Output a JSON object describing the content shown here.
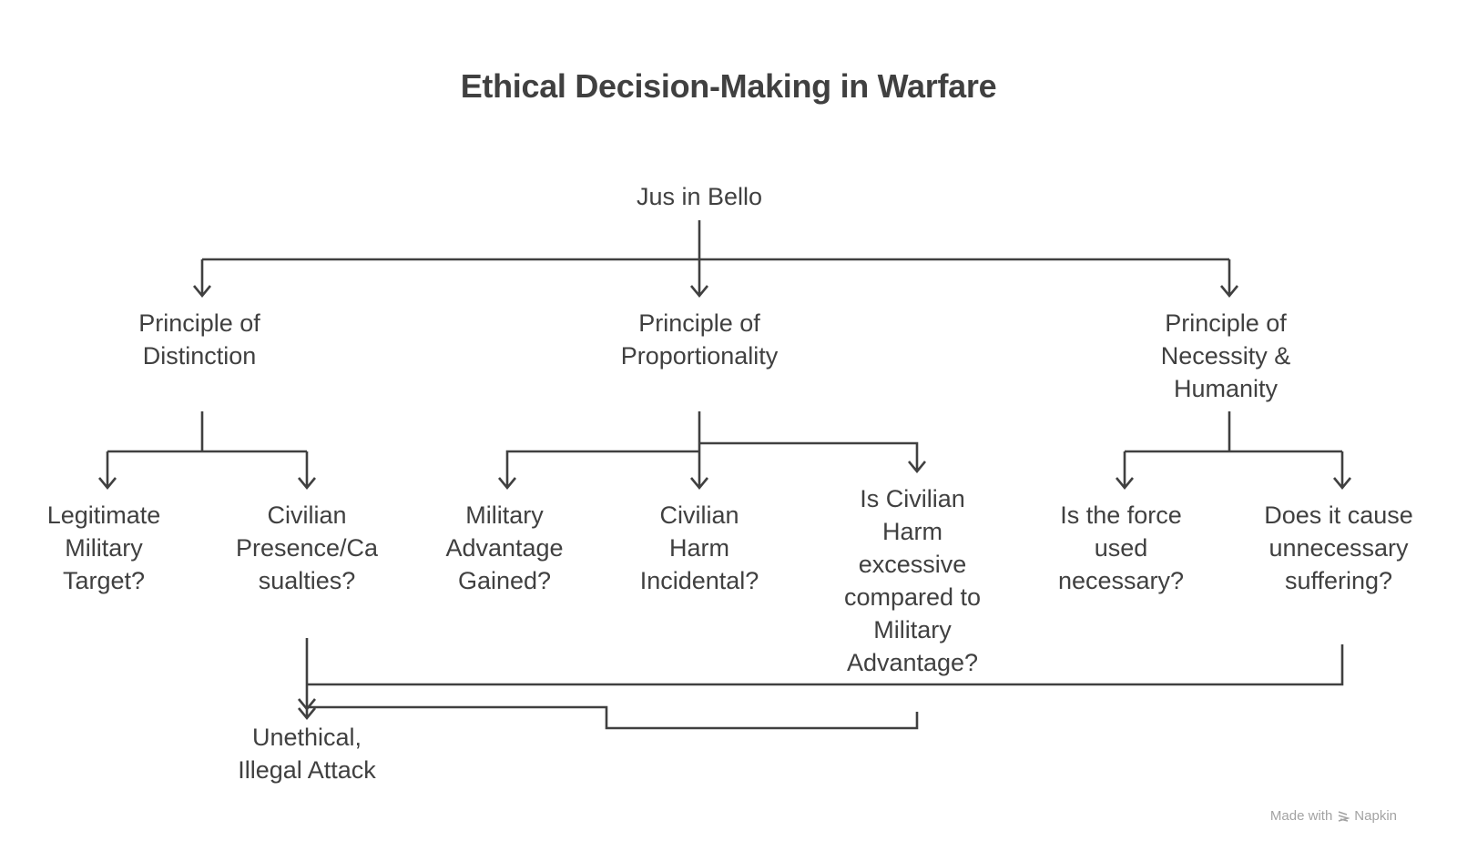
{
  "title": "Ethical Decision-Making in Warfare",
  "nodes": {
    "root": {
      "lines": [
        "Jus in Bello"
      ]
    },
    "distinction": {
      "lines": [
        "Principle of",
        "Distinction"
      ]
    },
    "proportionality": {
      "lines": [
        "Principle of",
        "Proportionality"
      ]
    },
    "necessity": {
      "lines": [
        "Principle of",
        "Necessity &",
        "Humanity"
      ]
    },
    "legitimate_target": {
      "lines": [
        "Legitimate",
        "Military",
        "Target?"
      ]
    },
    "civilian_presence": {
      "lines": [
        "Civilian",
        "Presence/Ca",
        "sualties?"
      ]
    },
    "military_advantage": {
      "lines": [
        "Military",
        "Advantage",
        "Gained?"
      ]
    },
    "civilian_harm_incidental": {
      "lines": [
        "Civilian",
        "Harm",
        "Incidental?"
      ]
    },
    "civilian_harm_excessive": {
      "lines": [
        "Is Civilian",
        "Harm",
        "excessive",
        "compared to",
        "Military",
        "Advantage?"
      ]
    },
    "force_necessary": {
      "lines": [
        "Is the force",
        "used",
        "necessary?"
      ]
    },
    "unnecessary_suffering": {
      "lines": [
        "Does it cause",
        "unnecessary",
        "suffering?"
      ]
    },
    "unethical_attack": {
      "lines": [
        "Unethical,",
        "Illegal Attack"
      ]
    }
  },
  "edges": [
    {
      "from": "root",
      "to": "distinction"
    },
    {
      "from": "root",
      "to": "proportionality"
    },
    {
      "from": "root",
      "to": "necessity"
    },
    {
      "from": "distinction",
      "to": "legitimate_target"
    },
    {
      "from": "distinction",
      "to": "civilian_presence"
    },
    {
      "from": "proportionality",
      "to": "military_advantage"
    },
    {
      "from": "proportionality",
      "to": "civilian_harm_incidental"
    },
    {
      "from": "proportionality",
      "to": "civilian_harm_excessive"
    },
    {
      "from": "necessity",
      "to": "force_necessary"
    },
    {
      "from": "necessity",
      "to": "unnecessary_suffering"
    },
    {
      "from": "civilian_presence",
      "to": "unethical_attack"
    },
    {
      "from": "unnecessary_suffering",
      "to": "unethical_attack"
    },
    {
      "from": "civilian_harm_excessive",
      "to": "unethical_attack"
    }
  ],
  "footer": {
    "made_with": "Made with",
    "brand": "Napkin"
  },
  "colors": {
    "text": "#404040",
    "lines": "#404040",
    "footer": "#a3a3a3"
  }
}
